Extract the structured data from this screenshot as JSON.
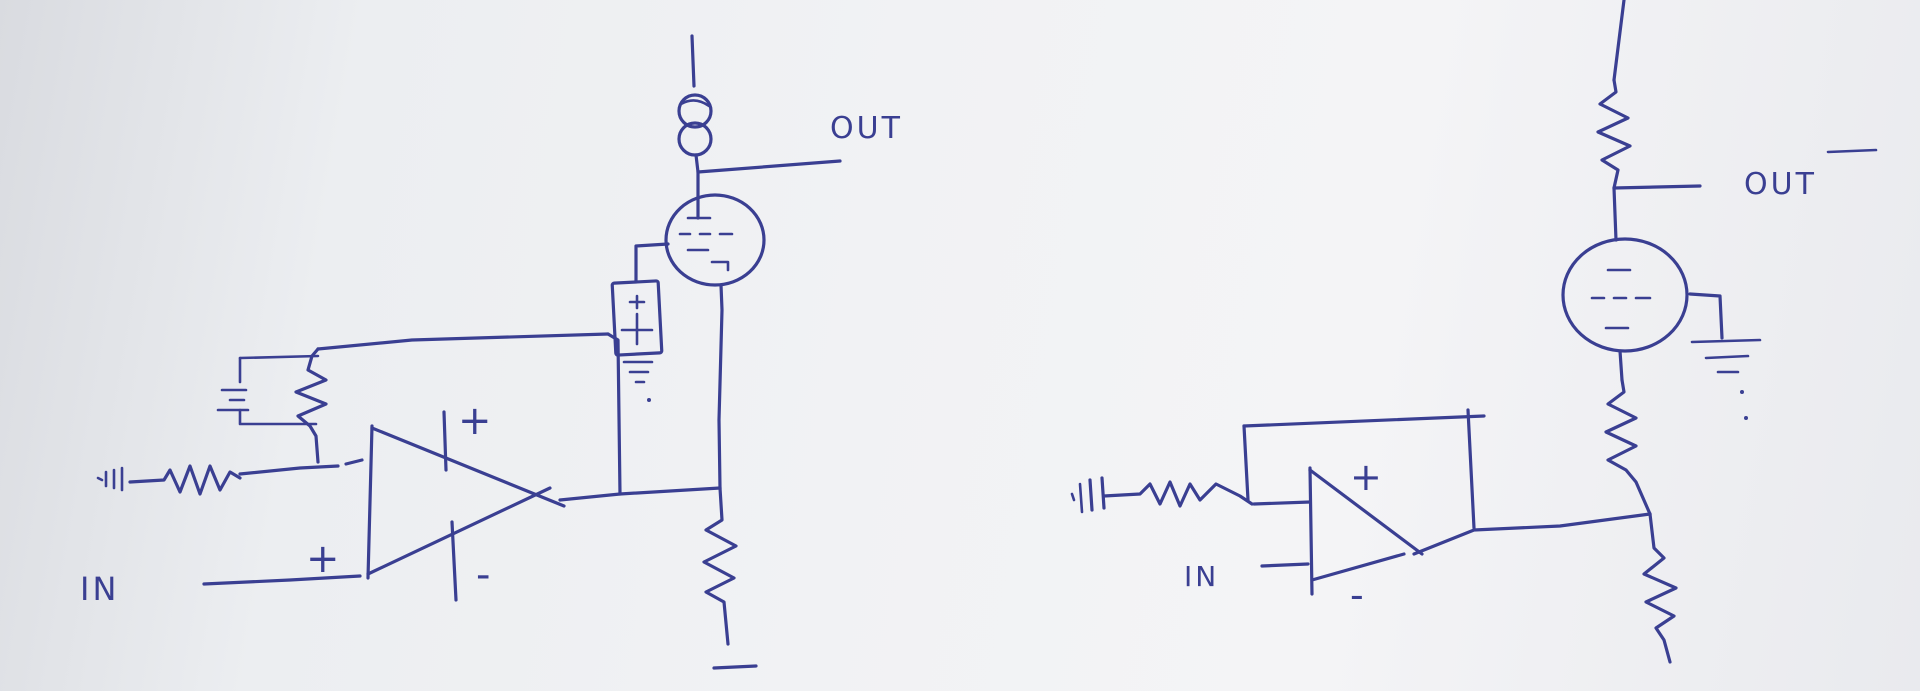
{
  "left_circuit": {
    "output_label": "OUT",
    "input_label": "IN",
    "opamp_plus_label": "+",
    "opamp_minus_label": "-",
    "input_plus_label": "+"
  },
  "right_circuit": {
    "output_label": "OUT",
    "input_label": "IN",
    "opamp_plus_label": "+",
    "opamp_minus_label": "-"
  },
  "colors": {
    "ink": "#3a3f92",
    "paper": "#eef0f2"
  }
}
